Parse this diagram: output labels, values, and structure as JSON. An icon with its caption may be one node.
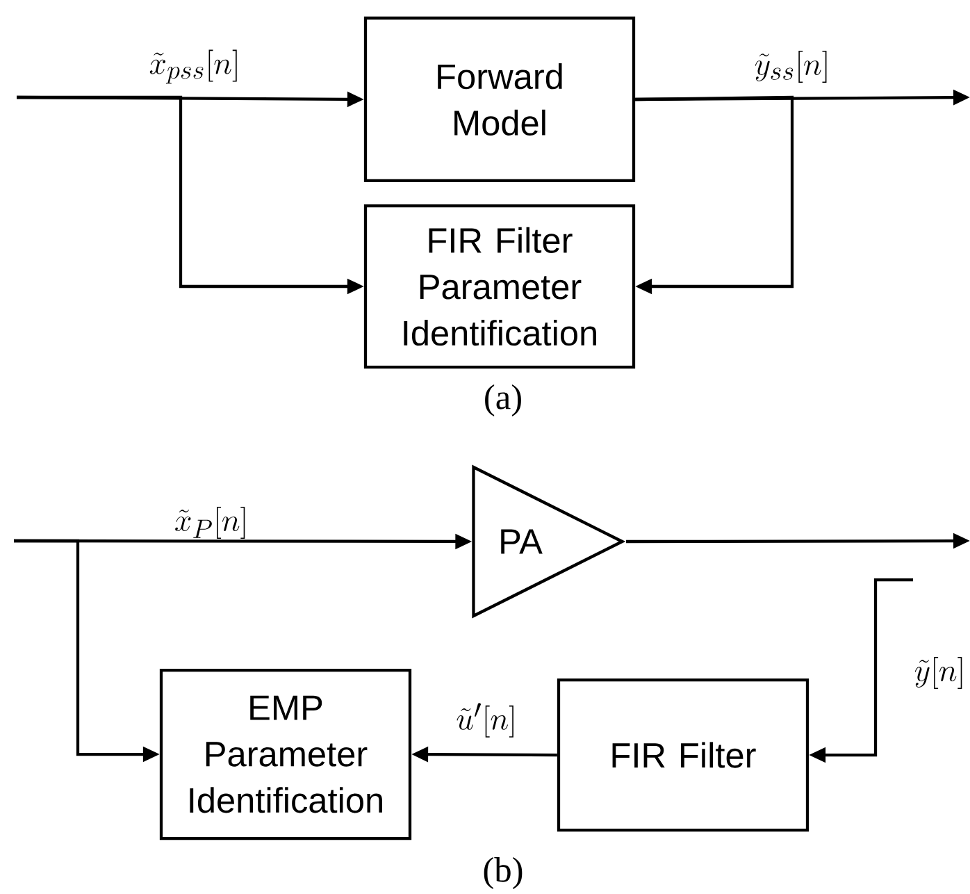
{
  "diagram": {
    "nodes": [
      {
        "text": [
          "Forward Model"
        ]
      },
      {
        "text": [
          "FIR Filter Parameter Identification"
        ]
      },
      {
        "text": [
          "PA"
        ]
      },
      {
        "text": [
          "EMP Parameter Identification"
        ]
      },
      {
        "text": [
          "FIR Filter"
        ]
      }
    ],
    "edges": [
      {
        "from": null,
        "to": 0,
        "arrow": "to",
        "label": "\\tilde{x}_{pss}[n]"
      },
      {
        "from": null,
        "to": 1,
        "arrow": "to"
      },
      {
        "from": 0,
        "to": null,
        "arrow": "to",
        "label": "\\tilde{y}_{ss}[n]"
      },
      {
        "from": 0,
        "to": 1,
        "arrow": "to"
      },
      {
        "from": null,
        "to": 2,
        "arrow": "to",
        "label": "\\tilde{x}_{P}[n]"
      },
      {
        "from": null,
        "to": 3,
        "arrow": "to"
      },
      {
        "from": 2,
        "to": null,
        "arrow": "to"
      },
      {
        "from": null,
        "to": 4,
        "arrow": "to",
        "label": "\\tilde{y}[n]"
      },
      {
        "from": 4,
        "to": 3,
        "arrow": "to",
        "label": "\\tilde{u}'[n]"
      }
    ],
    "labels": [
      "(a)",
      "(b)"
    ]
  }
}
